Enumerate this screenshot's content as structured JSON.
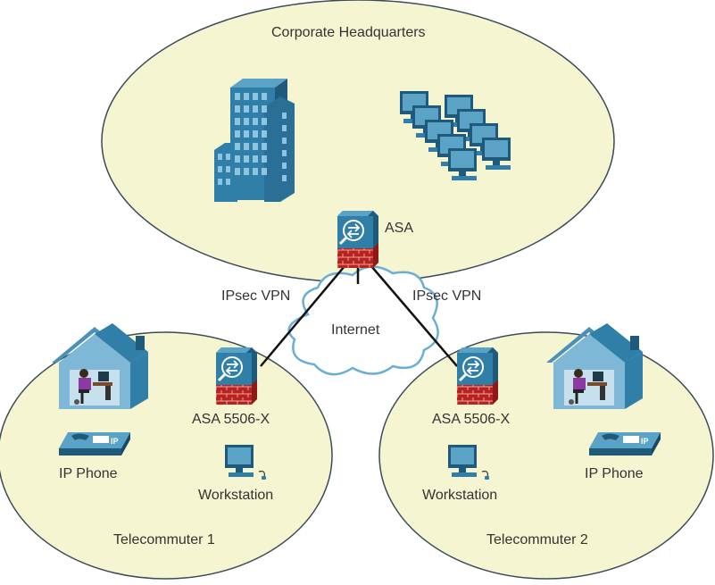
{
  "colors": {
    "zone_fill": "#f5f5d2",
    "zone_stroke": "#3a4a57",
    "device_blue": "#2f7fa8",
    "device_dark": "#1f5a7a",
    "firewall_red": "#b8231f",
    "cloud_fill": "#ffffff",
    "cloud_stroke": "#6aaed6",
    "link": "#111111"
  },
  "zones": {
    "hq": {
      "label": "Corporate Headquarters"
    },
    "tele1": {
      "label": "Telecommuter 1"
    },
    "tele2": {
      "label": "Telecommuter 2"
    }
  },
  "devices": {
    "hq_firewall": {
      "label": "ASA",
      "icon": "firewall-icon"
    },
    "tele1_firewall": {
      "label": "ASA 5506-X",
      "icon": "firewall-icon"
    },
    "tele2_firewall": {
      "label": "ASA 5506-X",
      "icon": "firewall-icon"
    },
    "tele1_phone": {
      "label": "IP Phone",
      "icon": "ip-phone-icon",
      "badge": "IP"
    },
    "tele2_phone": {
      "label": "IP Phone",
      "icon": "ip-phone-icon",
      "badge": "IP"
    },
    "tele1_workstation": {
      "label": "Workstation",
      "icon": "workstation-icon"
    },
    "tele2_workstation": {
      "label": "Workstation",
      "icon": "workstation-icon"
    },
    "hq_building": {
      "icon": "office-building-icon"
    },
    "hq_pcs": {
      "icon": "pc-cluster-icon"
    },
    "tele1_home": {
      "icon": "home-office-icon"
    },
    "tele2_home": {
      "icon": "home-office-icon"
    }
  },
  "internet": {
    "label": "Internet",
    "icon": "cloud-icon"
  },
  "links": {
    "left_vpn": {
      "label": "IPsec VPN"
    },
    "right_vpn": {
      "label": "IPsec VPN"
    }
  }
}
